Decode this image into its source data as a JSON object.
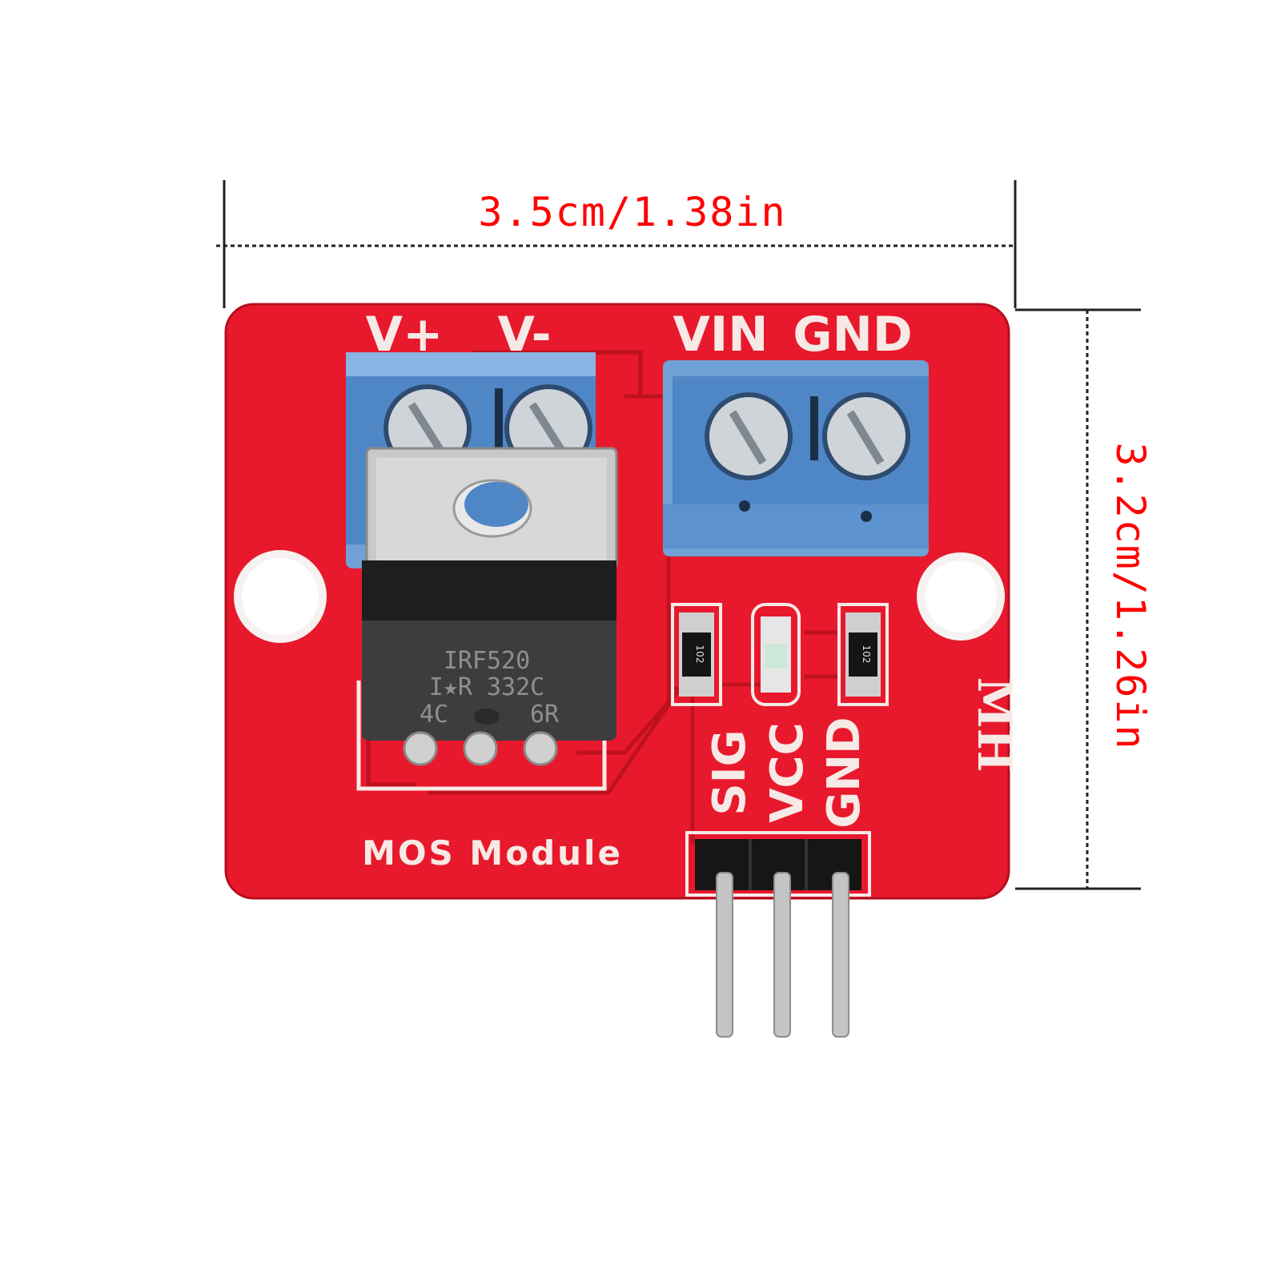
{
  "dimensions": {
    "width_label": "3.5cm/1.38in",
    "height_label": "3.2cm/1.26in"
  },
  "board": {
    "terminal_labels": [
      "V+",
      "V-",
      "VIN",
      "GND"
    ],
    "header_labels": [
      "SIG",
      "VCC",
      "GND"
    ],
    "module_label": "MOS Module",
    "brand_mark": "MH",
    "resistor_code": "102"
  },
  "mosfet": {
    "line1": "IRF520",
    "line2": "I★R 332C",
    "line3_left": "4C",
    "line3_right": "6R"
  },
  "colors": {
    "pcb": "#e8192c",
    "terminal": "#4f86c6",
    "dimension_text": "#ff0000",
    "dimension_line": "#222222"
  }
}
